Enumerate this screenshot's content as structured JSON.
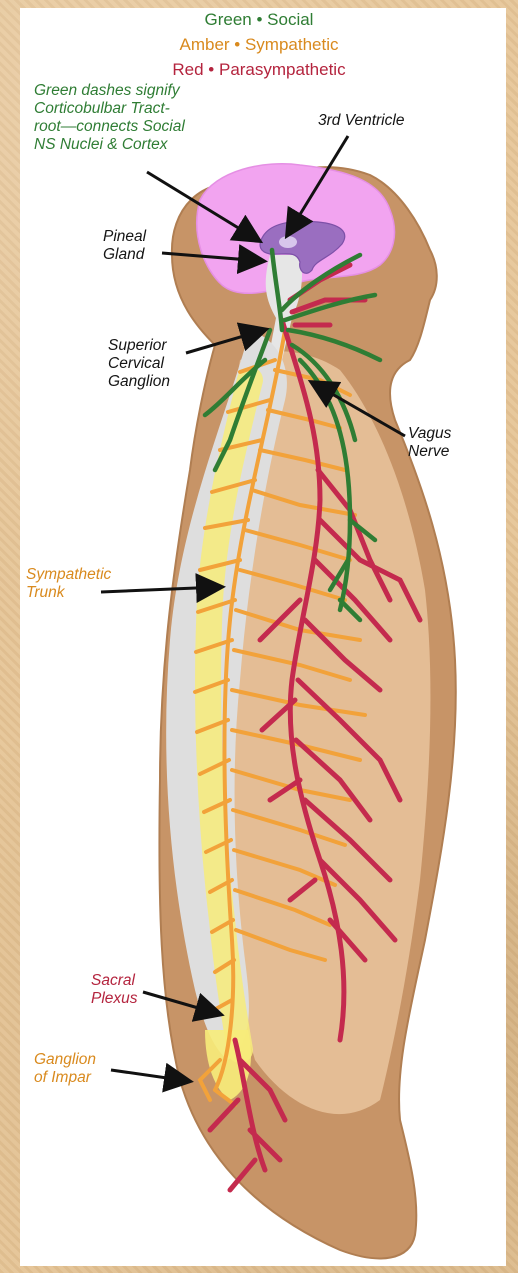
{
  "legend": {
    "green": "Green • Social",
    "amber": "Amber • Sympathetic",
    "red": "Red • Parasympathetic"
  },
  "labels": {
    "green_note": "Green dashes signify\nCorticobulbar Tract-\nroot—connects Social\nNS Nuclei & Cortex",
    "third_ventricle": "3rd Ventricle",
    "pineal_gland": "Pineal\nGland",
    "superior_cervical_ganglion": "Superior\nCervical\nGanglion",
    "vagus_nerve": "Vagus\nNerve",
    "sympathetic_trunk": "Sympathetic\nTrunk",
    "sacral_plexus": "Sacral\nPlexus",
    "ganglion_of_impar": "Ganglion\nof Impar"
  },
  "colors": {
    "social": "#2f7d34",
    "sympathetic": "#f2a23a",
    "parasympathetic": "#c42a4e",
    "body": "#c79467",
    "brain": "#f2a4f0",
    "ventricle": "#9a6ec0",
    "spine": "#dedede",
    "background": "#e6c597"
  }
}
